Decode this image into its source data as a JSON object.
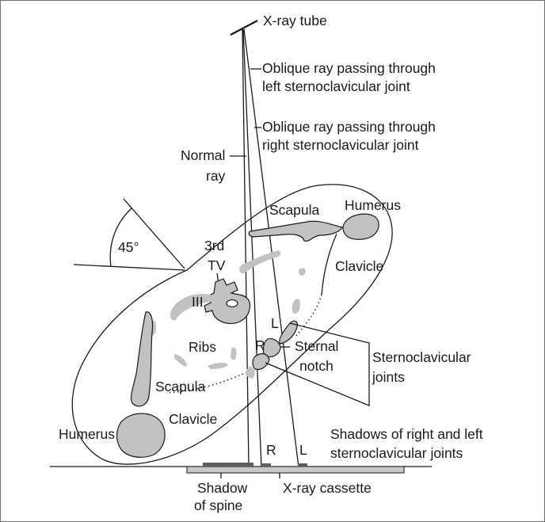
{
  "labels": {
    "xray_tube": "X-ray tube",
    "oblique_left_1": "Oblique ray passing through",
    "oblique_left_2": "left sternoclavicular joint",
    "oblique_right_1": "Oblique ray passing through",
    "oblique_right_2": "right sternoclavicular joint",
    "normal_ray_1": "Normal",
    "normal_ray_2": "ray",
    "scapula_top": "Scapula",
    "humerus_right": "Humerus",
    "angle": "45°",
    "vertebra_1": "3rd",
    "vertebra_2": "TV",
    "clavicle_right": "Clavicle",
    "rib_three": "III",
    "left_marker": "L",
    "right_marker": "R",
    "ribs": "Ribs",
    "sternal_notch_1": "Sternal",
    "sternal_notch_2": "notch",
    "sc_joints_1": "Sternoclavicular",
    "sc_joints_2": "joints",
    "scapula_bottom": "Scapula",
    "clavicle_left": "Clavicle",
    "humerus_left": "Humerus",
    "shadows_1": "Shadows of right and left",
    "shadows_2": "sternoclavicular joints",
    "shadow_r": "R",
    "shadow_l": "L",
    "shadow_spine_1": "Shadow",
    "shadow_spine_2": "of spine",
    "cassette": "X-ray cassette"
  },
  "colors": {
    "bone": "#c2c2c2",
    "line": "#1a1a1a",
    "cassette": "#c9c9c9",
    "spine_shadow": "#5e5e5e"
  }
}
